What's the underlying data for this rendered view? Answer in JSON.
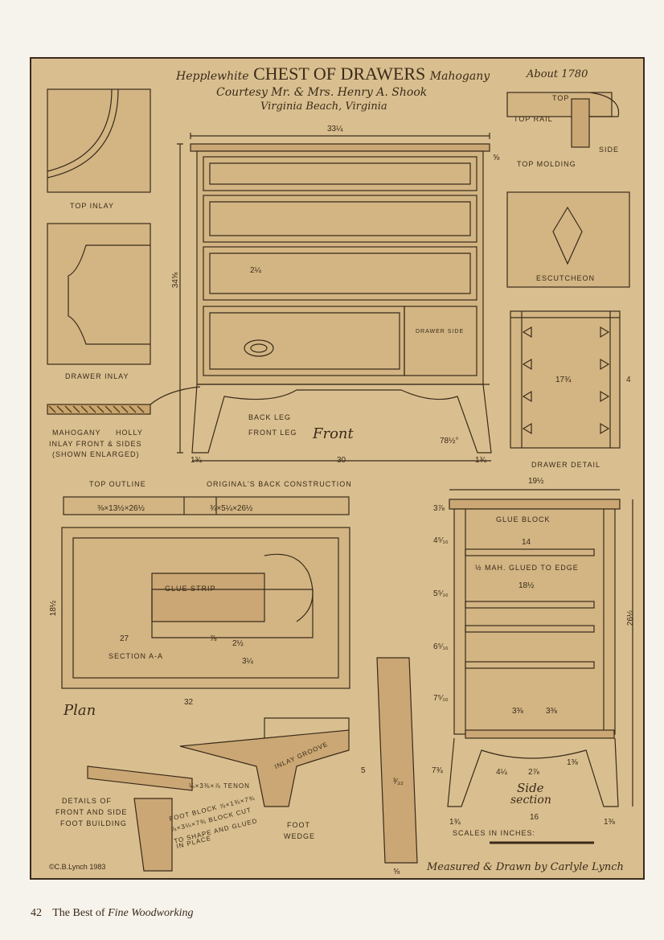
{
  "title": {
    "prefix": "Hepplewhite",
    "main": "CHEST OF DRAWERS",
    "suffix": "Mahogany",
    "about": "About 1780",
    "courtesy": "Courtesy Mr. & Mrs. Henry A. Shook",
    "location": "Virginia Beach, Virginia"
  },
  "labels": {
    "top_inlay": "Top Inlay",
    "drawer_inlay": "Drawer Inlay",
    "mahogany": "Mahogany",
    "holly": "Holly",
    "inlay_caption_1": "Inlay Front & Sides",
    "inlay_caption_2": "(Shown Enlarged)",
    "back_leg": "Back leg",
    "front_leg": "Front leg",
    "front": "Front",
    "drawer_side": "Drawer side",
    "top": "Top",
    "top_rail": "Top Rail",
    "side": "Side",
    "top_molding": "Top Molding",
    "escutcheon": "Escutcheon",
    "drawer_detail": "Drawer Detail",
    "top_outline": "Top outline",
    "original_back": "Original's back construction",
    "glue_strip": "Glue strip",
    "section_aa": "Section A-A",
    "plan": "Plan",
    "glue_block": "Glue block",
    "mah_glued": "½ Mah. glued to edge",
    "side_section_1": "Side",
    "side_section_2": "section",
    "scales": "Scales in Inches:",
    "details_1": "Details of",
    "details_2": "front and side",
    "details_3": "foot building",
    "tenon": "¼×3⅜×⅞ Tenon",
    "foot_block_1": "Foot Block ⅞×1¾×7¾",
    "foot_block_2": "⅞×3¼×7¾ Block cut",
    "foot_block_3": "to shape and glued",
    "foot_block_4": "in place",
    "inlay_groove": "Inlay groove",
    "foot_wedge_1": "Foot",
    "foot_wedge_2": "Wedge",
    "copyright": "©C.B.Lynch 1983",
    "credit": "Measured & Drawn by Carlyle Lynch"
  },
  "dims": {
    "front_width": "33¼",
    "front_height": "34⅝",
    "leg_spread": "30",
    "foot_left": "1¾",
    "foot_right": "1¾",
    "leg_angle": "78½°",
    "top_thk": "⅝",
    "drawer_mid": "2¼",
    "plan_width": "32",
    "plan_depth": "18½",
    "plan_27": "27",
    "sec_2half": "2½",
    "sec_3quarter": "3¼",
    "sec_78": "⅞",
    "top_a": "⅜×13½×26½",
    "top_b": "¾×5¼×26½",
    "side_width": "19½",
    "side_height": "26½",
    "side_14": "14",
    "side_18half": "18½",
    "side_16": "16",
    "side_7q": "7¾",
    "side_4q": "4¼",
    "side_27": "2⅞",
    "side_33a": "3⅜",
    "side_33b": "3⅜",
    "side_13": "1⅜",
    "side_5_16": "5⁵⁄₁₆",
    "side_6_16": "6⁵⁄₁₆",
    "side_4_16": "4⁵⁄₁₆",
    "side_7_16": "7⁵⁄₁₆",
    "side_37": "3⅞",
    "dd_17": "17¾",
    "dd_4": "4",
    "foot_5": "5",
    "foot_58": "⅝",
    "foot_332": "³⁄₃₂",
    "side_foot_1": "1¾",
    "side_foot_2": "1⅜"
  },
  "footer": {
    "page": "42",
    "pub_prefix": "The Best of",
    "pub_title": "Fine Woodworking"
  },
  "colors": {
    "paper": "#d9bf8f",
    "ink": "#3a2a1a",
    "wood": "#caa774"
  }
}
